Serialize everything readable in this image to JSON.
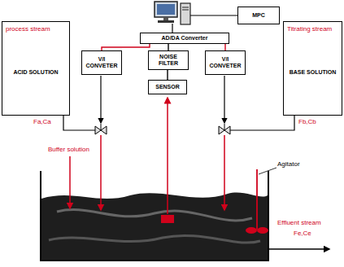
{
  "diagram": {
    "nodes": [
      {
        "text": [
          "MPC"
        ]
      },
      {
        "text": [
          "process stream",
          "ACID SOLUTION"
        ]
      },
      {
        "text": [
          "AD/DA Converter"
        ]
      },
      {
        "text": [
          "V/I CONVETER"
        ]
      },
      {
        "text": [
          "NOISE FILTER"
        ]
      },
      {
        "text": [
          "V/I CONVETER"
        ]
      },
      {
        "text": [
          "Titrating stream",
          "BASE SOLUTION"
        ]
      },
      {
        "text": [
          "SENSOR"
        ]
      }
    ],
    "edges": [
      {
        "from": 2,
        "to": 3,
        "arrow": "none"
      },
      {
        "from": 2,
        "to": 4,
        "arrow": "none"
      },
      {
        "from": 2,
        "to": 5,
        "arrow": "none"
      },
      {
        "from": 4,
        "to": 7,
        "arrow": "none"
      }
    ],
    "labels": [
      "Fa,Ca",
      "Fb,Cb",
      "Buffer solution",
      "Agitator",
      "Effluent stream",
      "Fe,Ce"
    ]
  }
}
